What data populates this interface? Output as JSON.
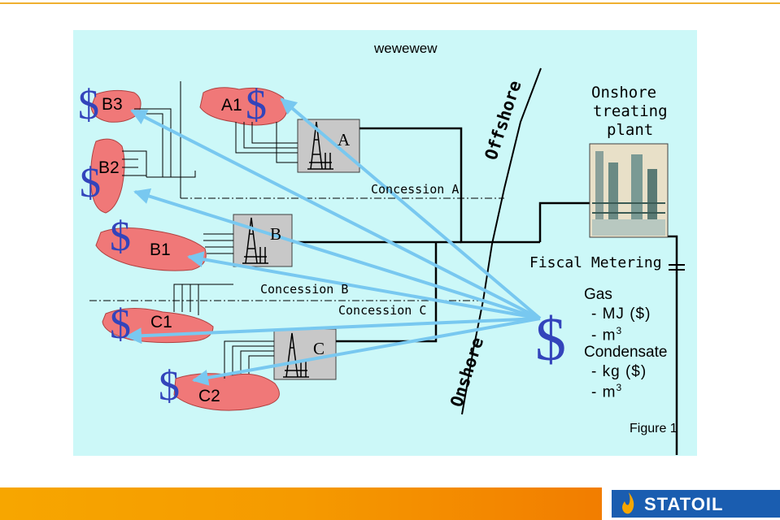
{
  "title": "wewewew",
  "fields": {
    "b3": "B3",
    "b2": "B2",
    "b1": "B1",
    "a1": "A1",
    "c1": "C1",
    "c2": "C2"
  },
  "platforms": {
    "a": "A",
    "b": "B",
    "c": "C"
  },
  "concessions": {
    "a": "Concession A",
    "b": "Concession B",
    "c": "Concession C"
  },
  "zones": {
    "offshore": "Offshore",
    "onshore": "Onshore"
  },
  "plant": {
    "line1": "Onshore",
    "line2": "treating",
    "line3": "plant"
  },
  "fiscal_metering": "Fiscal Metering",
  "currency_symbol": "$",
  "units": {
    "gas": "Gas",
    "gas_mj": "- MJ ($)",
    "gas_m3": "- m",
    "condensate": "Condensate",
    "cond_kg": "- kg ($)",
    "cond_m3": "- m",
    "superscript": "3"
  },
  "figure_label": "Figure 1",
  "logo_text": "STATOIL",
  "colors": {
    "panel": "#ccf8f8",
    "field": "#f07878",
    "arrow": "#78c8f0",
    "pipe": "#000000",
    "footer": "#f7a600",
    "logo_bg": "#1a5db0"
  }
}
